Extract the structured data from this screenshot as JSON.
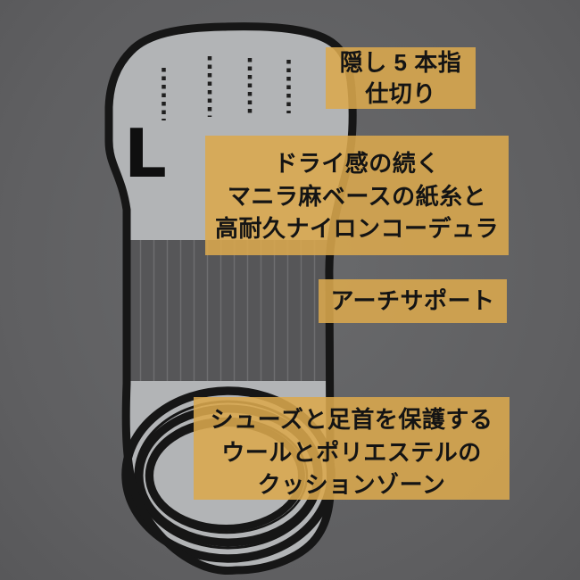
{
  "theme": {
    "background": "#5f5f61",
    "panel_gold": "#dba84d",
    "sock_fill": "#b2b4b6",
    "band_fill": "#565658",
    "rib_line": "#6e6e70",
    "outline": "#161616",
    "text": "#141414"
  },
  "sock": {
    "size_label": "L"
  },
  "annotations": {
    "toe": {
      "lines": [
        "隠し 5 本指",
        "仕切り"
      ]
    },
    "material": {
      "lines": [
        "ドライ感の続く",
        "マニラ麻ベースの紙糸と",
        "高耐久ナイロンコーデュラ"
      ]
    },
    "arch": {
      "lines": [
        "アーチサポート"
      ]
    },
    "cushion": {
      "lines": [
        "シューズと足首を保護する",
        "ウールとポリエステルの",
        "クッションゾーン"
      ]
    }
  }
}
